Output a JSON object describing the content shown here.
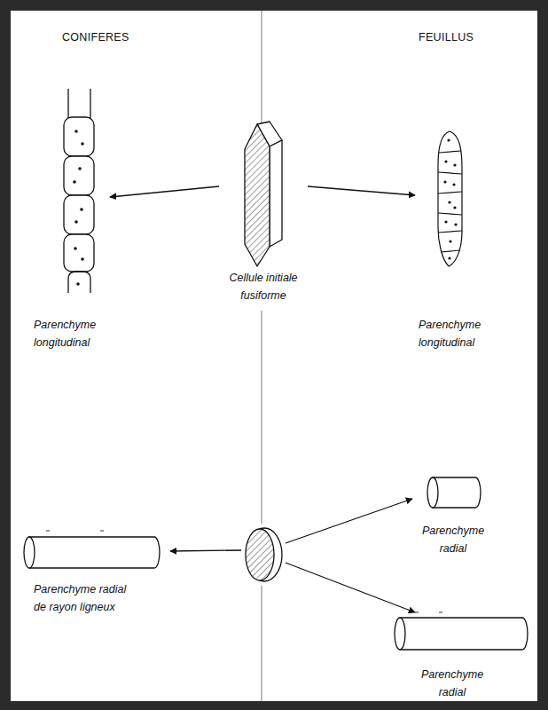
{
  "diagram": {
    "nodes": [
      {
        "text": [
          "Cellule initiale fusiforme"
        ]
      },
      {
        "text": [
          "Parenchyme longitudinal"
        ]
      },
      {
        "text": [
          "Parenchyme longitudinal"
        ]
      },
      {
        "text": [
          "Parenchyme radial de rayon ligneux"
        ]
      },
      {
        "text": [
          "Parenchyme radial"
        ]
      },
      {
        "text": [
          "Parenchyme radial"
        ]
      }
    ],
    "edges": [
      {
        "from": 0,
        "to": 1,
        "arrow": "to"
      },
      {
        "from": 0,
        "to": 2,
        "arrow": "to"
      }
    ],
    "labels": [
      "CONIFERES",
      "FEUILLUS"
    ]
  }
}
